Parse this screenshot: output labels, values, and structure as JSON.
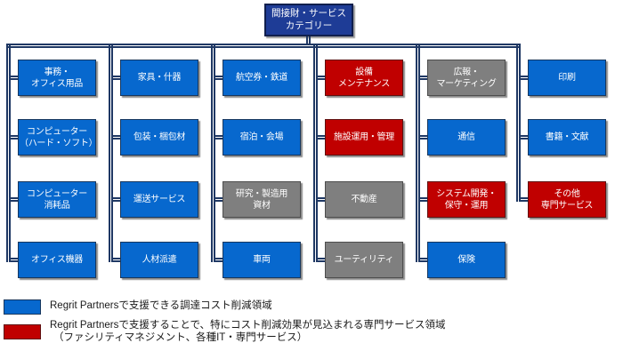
{
  "root_box": {
    "line1": "間接財・サービス",
    "line2": "カテゴリー"
  },
  "columns": [
    {
      "items": [
        {
          "label": "事務・\nオフィス用品",
          "type": "blue"
        },
        {
          "label": "コンピューター\n（ハード・ソフト）",
          "type": "blue"
        },
        {
          "label": "コンピューター\n消耗品",
          "type": "blue"
        },
        {
          "label": "オフィス機器",
          "type": "blue"
        }
      ]
    },
    {
      "items": [
        {
          "label": "家具・什器",
          "type": "blue"
        },
        {
          "label": "包装・梱包材",
          "type": "blue"
        },
        {
          "label": "運送サービス",
          "type": "blue"
        },
        {
          "label": "人材派遣",
          "type": "blue"
        }
      ]
    },
    {
      "items": [
        {
          "label": "航空券・鉄道",
          "type": "blue"
        },
        {
          "label": "宿泊・会場",
          "type": "blue"
        },
        {
          "label": "研究・製造用\n資材",
          "type": "gray"
        },
        {
          "label": "車両",
          "type": "blue"
        }
      ]
    },
    {
      "items": [
        {
          "label": "設備\nメンテナンス",
          "type": "red"
        },
        {
          "label": "施設運用・管理",
          "type": "red"
        },
        {
          "label": "不動産",
          "type": "gray"
        },
        {
          "label": "ユーティリティ",
          "type": "gray"
        }
      ]
    },
    {
      "items": [
        {
          "label": "広報・\nマーケティング",
          "type": "gray"
        },
        {
          "label": "通信",
          "type": "blue"
        },
        {
          "label": "システム開発・\n保守・運用",
          "type": "red"
        },
        {
          "label": "保険",
          "type": "blue"
        }
      ]
    },
    {
      "items": [
        {
          "label": "印刷",
          "type": "blue"
        },
        {
          "label": "書籍・文献",
          "type": "blue"
        },
        {
          "label": "その他\n専門サービス",
          "type": "red"
        }
      ]
    }
  ],
  "legend": {
    "items": [
      {
        "swatch": "blue",
        "lines": [
          "Regrit Partnersで支援できる調達コスト削減領域"
        ]
      },
      {
        "swatch": "red",
        "lines": [
          "Regrit Partnersで支援することで、特にコスト削減効果が見込まれる専門サービス領域",
          "（ファシリティマネジメント、各種IT・専門サービス）"
        ]
      }
    ]
  },
  "colors": {
    "blue": "#0768CE",
    "red": "#C00000",
    "gray": "#7F7F7F",
    "root": "#1E3C96",
    "connector": "#1F3864"
  }
}
